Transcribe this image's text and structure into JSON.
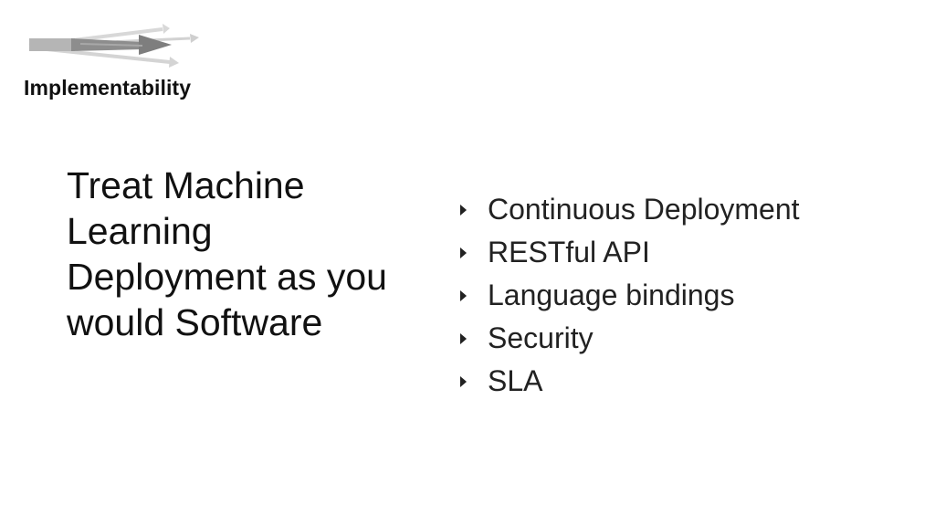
{
  "section_label": "Implementability",
  "headline": "Treat Machine Learning Deployment as you would Software",
  "bullets": [
    "Continuous Deployment",
    "RESTful API",
    "Language bindings",
    "Security",
    "SLA"
  ],
  "logo_icon": "converging-arrows-icon",
  "colors": {
    "text": "#111111",
    "arrow_dark": "#8a8a8a",
    "arrow_light": "#d6d6d6"
  }
}
